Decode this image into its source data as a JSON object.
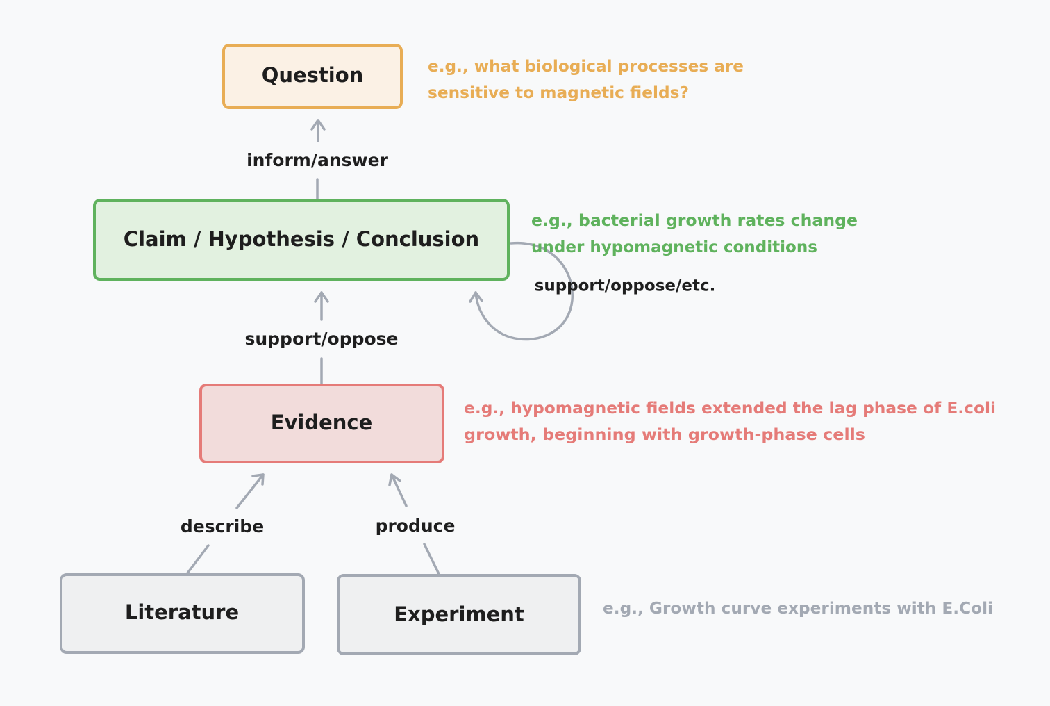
{
  "nodes": {
    "question": "Question",
    "claim": "Claim / Hypothesis / Conclusion",
    "evidence": "Evidence",
    "literature": "Literature",
    "experiment": "Experiment"
  },
  "edges": {
    "inform_answer": "inform/answer",
    "support_oppose": "support/oppose",
    "support_oppose_etc": "support/oppose/etc.",
    "describe": "describe",
    "produce": "produce"
  },
  "notes": {
    "question": [
      "e.g., what biological processes are",
      "sensitive to magnetic fields?"
    ],
    "claim": [
      "e.g., bacterial growth rates change",
      "under hypomagnetic conditions"
    ],
    "evidence": [
      "e.g., hypomagnetic fields extended the lag phase of E.coli",
      "growth, beginning with growth-phase cells"
    ],
    "experiment": [
      "e.g., Growth curve experiments with E.Coli"
    ]
  },
  "colors": {
    "question_stroke": "#e8ad55",
    "question_fill": "#fbf1e5",
    "claim_stroke": "#5fb25d",
    "claim_fill": "#e2f1e0",
    "evidence_stroke": "#e57b78",
    "evidence_fill": "#f2dcdb",
    "source_stroke": "#a3a9b3",
    "source_fill": "#eff0f1",
    "arrow": "#a3a9b3"
  }
}
